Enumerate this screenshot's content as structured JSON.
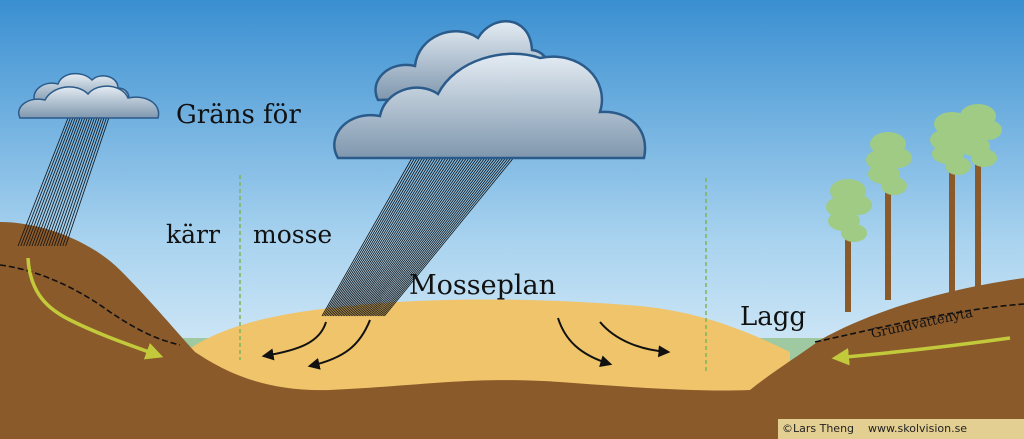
{
  "labels": {
    "grans_for": "Gräns för",
    "karr": "kärr",
    "mosse": "mosse",
    "mosseplan": "Mosseplan",
    "lagg": "Lagg",
    "grundvattenyta": "Grundvattenyta"
  },
  "credit": {
    "author": "©Lars Theng",
    "url": "www.skolvision.se"
  },
  "colors": {
    "sky_top": "#3a8fd1",
    "sky_bottom": "#e8f4fb",
    "soil": "#8a5a2b",
    "peat": "#efc46a",
    "water": "#9fc9a0",
    "cloud": "#aebfd1",
    "cloud_outline": "#2a5b8a",
    "flow_arrow": "#c2c93b",
    "tree_trunk": "#8b5a2b",
    "tree_crown": "#9fcb84"
  }
}
